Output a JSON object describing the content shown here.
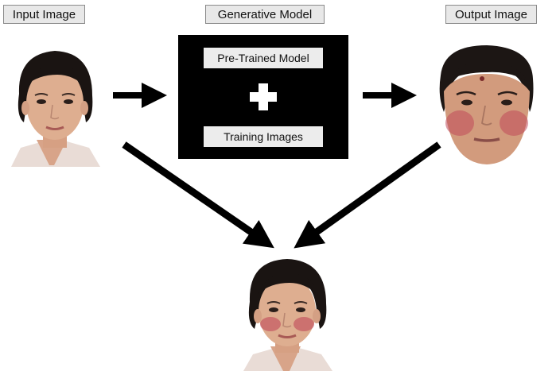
{
  "labels": {
    "input": "Input Image",
    "generative": "Generative Model",
    "output": "Output Image"
  },
  "model": {
    "pretrained": "Pre-Trained Model",
    "training": "Training Images"
  },
  "colors": {
    "label_bg": "#e8e8e8",
    "label_border": "#8a8a8a",
    "model_bg": "#000000",
    "arrow": "#000000",
    "rash": "#c0485a"
  },
  "icons": {
    "plus": "plus-icon",
    "arrow": "right-arrow-icon"
  }
}
